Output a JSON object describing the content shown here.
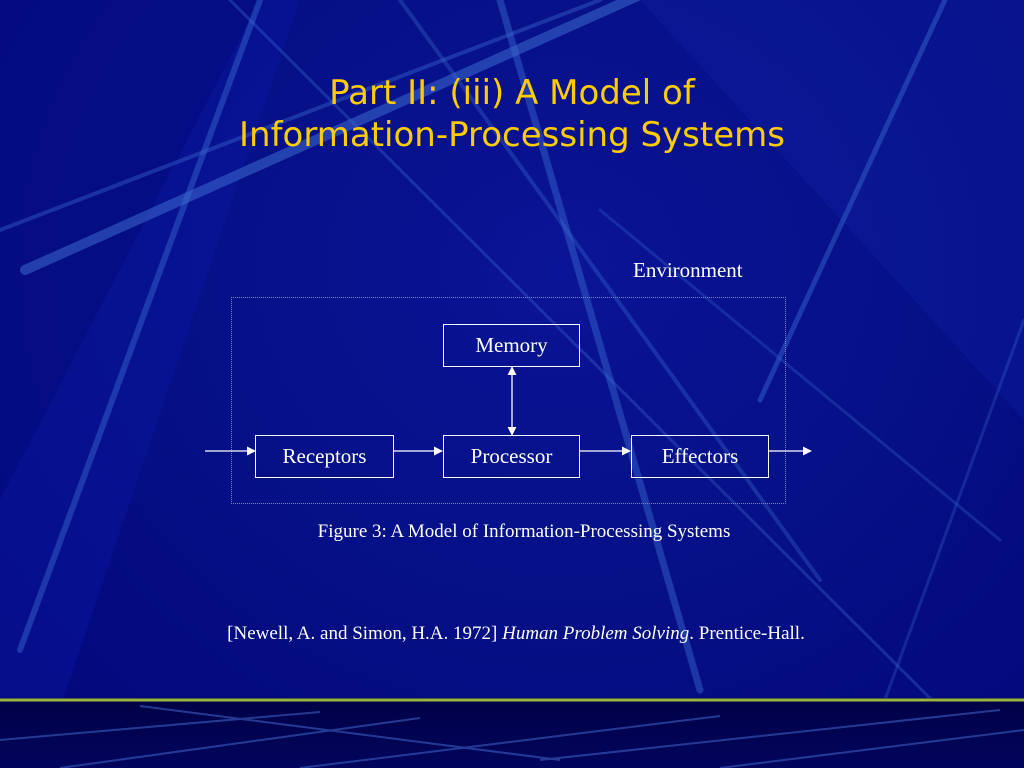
{
  "slide": {
    "title_line1": "Part II: (iii) A Model of",
    "title_line2": "Information-Processing Systems"
  },
  "diagram": {
    "environment_label": "Environment",
    "nodes": {
      "memory": "Memory",
      "receptors": "Receptors",
      "processor": "Processor",
      "effectors": "Effectors"
    },
    "edges": [
      {
        "from": "input",
        "to": "receptors",
        "direction": "forward"
      },
      {
        "from": "receptors",
        "to": "processor",
        "direction": "forward"
      },
      {
        "from": "processor",
        "to": "effectors",
        "direction": "forward"
      },
      {
        "from": "effectors",
        "to": "output",
        "direction": "forward"
      },
      {
        "from": "memory",
        "to": "processor",
        "direction": "bidirectional"
      }
    ]
  },
  "caption": "Figure 3: A Model of Information-Processing Systems",
  "citation": {
    "prefix": "[Newell, A. and Simon, H.A. 1972] ",
    "book_title": "Human Problem Solving",
    "suffix": ". Prentice-Hall."
  },
  "colors": {
    "title": "#ffcc00",
    "text": "#ffffff",
    "background": "#061087"
  }
}
